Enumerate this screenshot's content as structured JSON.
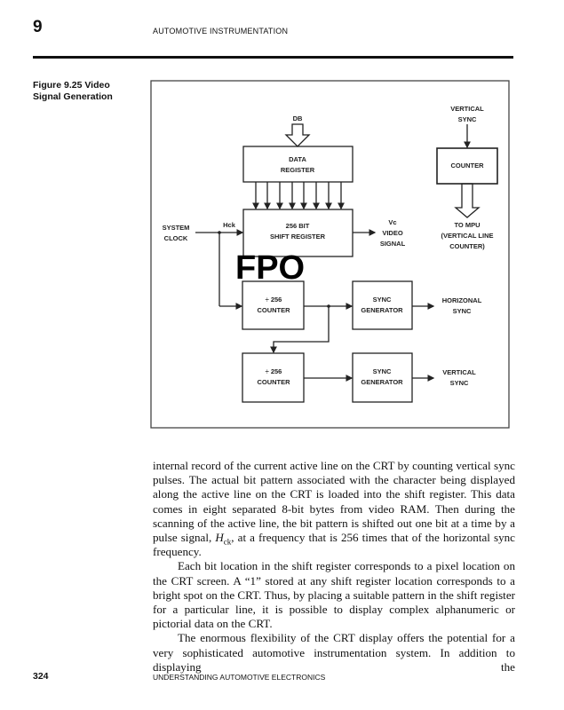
{
  "header": {
    "chapter_number": "9",
    "running_head": "AUTOMOTIVE INSTRUMENTATION"
  },
  "figure": {
    "caption": "Figure 9.25 Video Signal Generation",
    "labels": {
      "db": "DB",
      "data_register": [
        "DATA",
        "REGISTER"
      ],
      "shift_register": [
        "256 BIT",
        "SHIFT REGISTER"
      ],
      "system_clock": [
        "SYSTEM",
        "CLOCK"
      ],
      "hck": "Hck",
      "video_signal": [
        "Vc",
        "VIDEO",
        "SIGNAL"
      ],
      "vertical_sync_in": [
        "VERTICAL",
        "SYNC"
      ],
      "counter": "COUNTER",
      "to_mpu": [
        "TO MPU",
        "(VERTICAL LINE",
        "COUNTER)"
      ],
      "counter_h": [
        "÷ 256",
        "COUNTER"
      ],
      "counter_v": [
        "÷ 256",
        "COUNTER"
      ],
      "sync_gen_h": [
        "SYNC",
        "GENERATOR"
      ],
      "sync_gen_v": [
        "SYNC",
        "GENERATOR"
      ],
      "horizontal_sync": [
        "HORIZONAL",
        "SYNC"
      ],
      "vertical_sync_out": [
        "VERTICAL",
        "SYNC"
      ],
      "fpo": "FPO"
    }
  },
  "body": {
    "paragraphs": [
      "internal record of the current active line on the CRT by counting vertical sync pulses. The actual bit pattern associated with the character being displayed along the active line on the CRT is loaded into the shift register. This data comes in eight separated 8-bit bytes from video RAM. Then during the scanning of the active line, the bit pattern is shifted out one bit at a time by a pulse signal, ",
      "Each bit location in the shift register corresponds to a pixel location on the CRT screen. A “1” stored at any shift register location corresponds to a bright spot on the CRT. Thus, by placing a suitable pattern in the shift register for a particular line, it is possible to display complex alphanumeric or pictorial data on the CRT.",
      "The enormous flexibility of the CRT display offers the potential for a very sophisticated automotive instrumentation system. In addition to displaying the"
    ],
    "p1_symbol": "H",
    "p1_subscript": "ck",
    "p1_tail": ", at a frequency that is 256 times that of the horizontal sync frequency."
  },
  "footer": {
    "page_number": "324",
    "book_title": "UNDERSTANDING AUTOMOTIVE ELECTRONICS"
  }
}
